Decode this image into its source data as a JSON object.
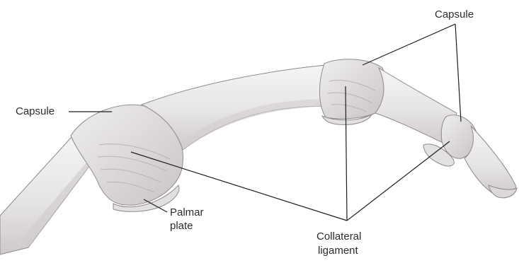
{
  "diagram": {
    "labels": {
      "capsule_top": "Capsule",
      "capsule_left": "Capsule",
      "palmar_line1": "Palmar",
      "palmar_line2": "plate",
      "collateral_line1": "Collateral",
      "collateral_line2": "ligament"
    },
    "colors": {
      "bone_fill": "#ebe9e9",
      "bone_shade": "#cfcbcb",
      "outline": "#8f8a8a",
      "leader": "#1e1e1e",
      "text": "#2b2b2b"
    }
  }
}
